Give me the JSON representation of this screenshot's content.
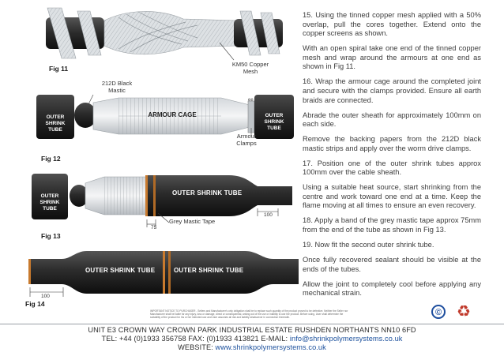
{
  "figures": {
    "fig11": {
      "label": "Fig 11",
      "callout": "KM50 Copper\nMesh"
    },
    "fig12": {
      "label": "Fig 12",
      "callout_mastic": "212D Black\nMastic",
      "callout_cage": "ARMOUR CAGE",
      "callout_clamps": "Armour\nClamps",
      "tube_left": "OUTER\nSHRINK\nTUBE",
      "tube_right": "OUTER\nSHRINK\nTUBE"
    },
    "fig13": {
      "label": "Fig 13",
      "tube_left": "OUTER\nSHRINK\nTUBE",
      "tube_main": "OUTER SHRINK TUBE",
      "callout_tape": "Grey Mastic Tape",
      "dim_75": "75",
      "dim_100": "100"
    },
    "fig14": {
      "label": "Fig 14",
      "tube_left": "OUTER SHRINK TUBE",
      "tube_right": "OUTER SHRINK TUBE",
      "dim_100": "100"
    }
  },
  "instructions": [
    "15. Using the tinned copper mesh applied with a 50% overlap, pull the cores together. Extend onto the copper screens as shown.",
    "With an open spiral take one end of the tinned copper mesh and wrap around the armours at one end as shown in Fig 11.",
    "16. Wrap the armour cage around the completed joint and secure with the clamps provided. Ensure all earth braids are connected.",
    "Abrade the outer sheath for approximately 100mm on each side.",
    "Remove the backing papers from the 212D black mastic strips and apply over the worm drive clamps.",
    "17. Position one of the outer shrink tubes approx 100mm over the cable sheath.",
    "Using a suitable heat source, start shrinking from the centre and work toward one end at a time. Keep the flame moving at all times to ensure an even recovery.",
    "18. Apply a band of the grey mastic tape approx 75mm from the end of the tube as shown in Fig 13.",
    "19. Now fit the second outer shrink tube.",
    "Once fully recovered sealant should be visible at the ends of the tubes.",
    "Allow the joint to completely cool before applying any mechanical strain."
  ],
  "notice": "IMPORTANT NOTICE TO PURCHASER - Sellers and Manufacturer's only obligation shall be to replace such quantity of the product proved to be defective. Neither the Seller nor Manufacturer shall be liable for any injury, loss or damage, direct or consequential, arising out of the use or inability to use the product. Before using, User shall determine the suitability of the product for his or her intended use and User assumes all risk and liability whatsoever in connection therewith.",
  "logos": {
    "copyright": "©",
    "recycle": "♻"
  },
  "footer": {
    "address": "UNIT E3 CROWN WAY  CROWN PARK INDUSTRIAL ESTATE  RUSHDEN  NORTHANTS NN10 6FD",
    "phone_prefix": "TEL: +44 (0)1933 356758  FAX: (0)1933 413821  E-MAIL: ",
    "email": "info@shrinkpolymersystems.co.uk",
    "website_prefix": "WEBSITE: ",
    "website": "www.shrinkpolymersystems.co.uk"
  },
  "colors": {
    "cable_dark": "#2b2b2b",
    "mesh": "#cfd4d8",
    "copper": "#c87a2e",
    "link": "#1a4f9c",
    "copyright_blue": "#1e4e9e",
    "recycle_red": "#c0392b"
  }
}
